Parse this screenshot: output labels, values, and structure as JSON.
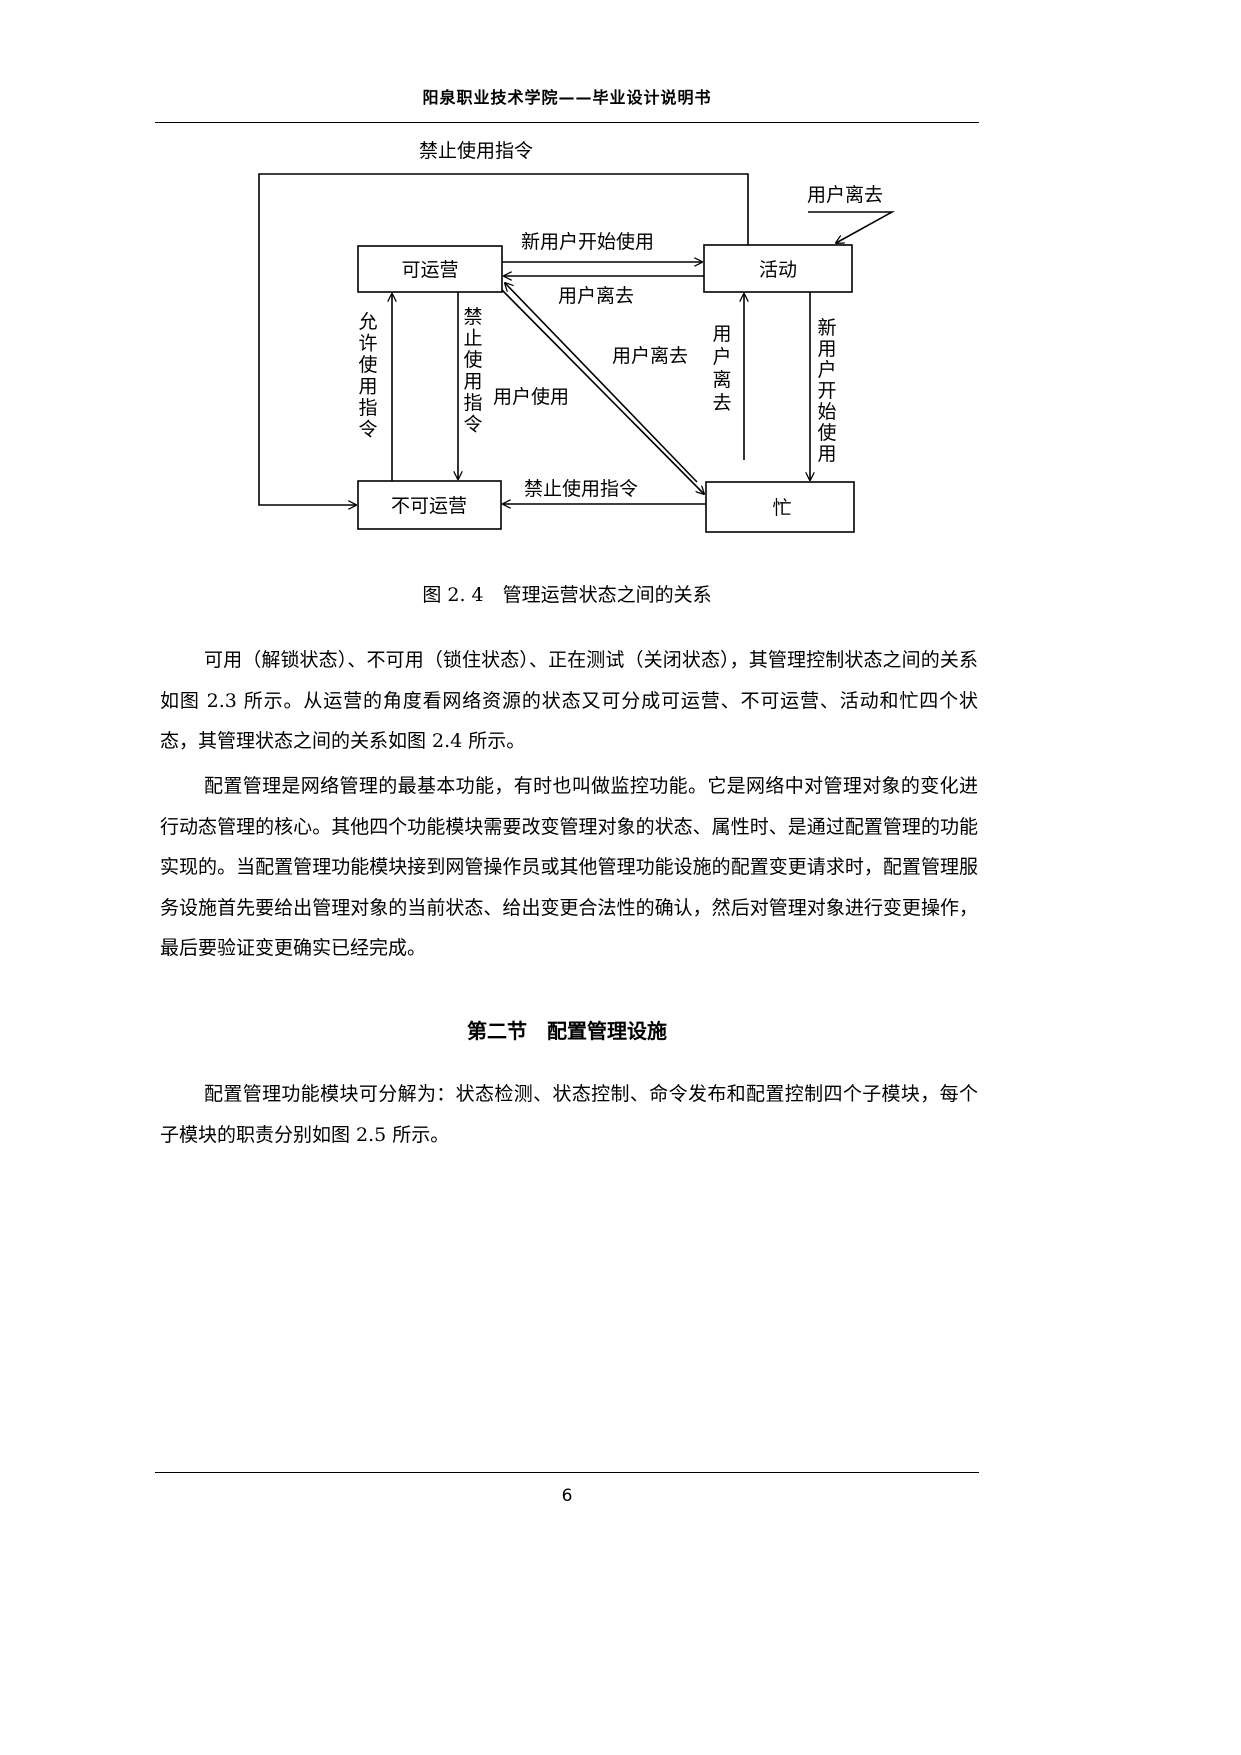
{
  "header": {
    "title": "阳泉职业技术学院——毕业设计说明书"
  },
  "figure": {
    "states": {
      "operable": "可运营",
      "active": "活动",
      "inoperable": "不可运营",
      "busy": "忙"
    },
    "labels": {
      "top_loop": "禁止使用指令",
      "user_leave_self": "用户离去",
      "new_user_top": "新用户开始使用",
      "user_leave_top": "用户离去",
      "allow_cmd": "允许使用指令",
      "forbid_cmd_vertical": "禁止使用指令",
      "user_use": "用户使用",
      "user_leave_diag": "用户离去",
      "user_leave_right": "用户离去",
      "new_user_right": "新用户开始使用",
      "forbid_cmd_bottom": "禁止使用指令"
    },
    "caption": "图 2. 4　管理运营状态之间的关系"
  },
  "body": {
    "paragraph_1": "可用（解锁状态）、不可用（锁住状态）、正在测试（关闭状态），其管理控制状态之间的关系如图 2.3 所示。从运营的角度看网络资源的状态又可分成可运营、不可运营、活动和忙四个状态，其管理状态之间的关系如图 2.4 所示。",
    "paragraph_2": "配置管理是网络管理的最基本功能，有时也叫做监控功能。它是网络中对管理对象的变化进行动态管理的核心。其他四个功能模块需要改变管理对象的状态、属性时、是通过配置管理的功能实现的。当配置管理功能模块接到网管操作员或其他管理功能设施的配置变更请求时，配置管理服务设施首先要给出管理对象的当前状态、给出变更合法性的确认，然后对管理对象进行变更操作，最后要验证变更确实已经完成。",
    "section_title": "第二节　配置管理设施",
    "paragraph_3": "配置管理功能模块可分解为：状态检测、状态控制、命令发布和配置控制四个子模块，每个子模块的职责分别如图 2.5 所示。"
  },
  "footer": {
    "page_number": "6"
  }
}
